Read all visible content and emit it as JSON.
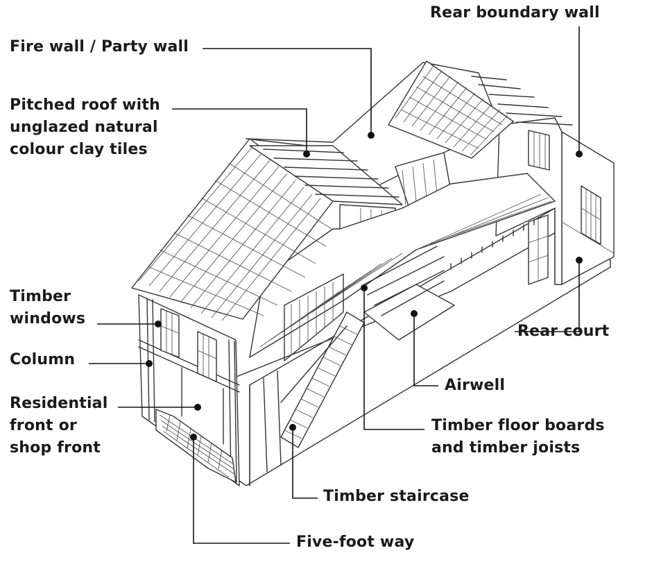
{
  "diagram": {
    "labels": {
      "rear_boundary_wall": "Rear boundary wall",
      "fire_wall": "Fire wall / Party wall",
      "pitched_roof": [
        "Pitched roof with",
        "unglazed natural",
        "colour clay tiles"
      ],
      "timber_windows": [
        "Timber",
        "windows"
      ],
      "column": "Column",
      "residential_front": [
        "Residential",
        "front or",
        "shop front"
      ],
      "rear_court": "Rear court",
      "airwell": "Airwell",
      "timber_floor": [
        "Timber floor boards",
        "and timber joists"
      ],
      "timber_staircase": "Timber staircase",
      "five_foot_way": "Five-foot way"
    },
    "colors": {
      "ink": "#333333",
      "text": "#1a1a1a",
      "background": "#ffffff"
    }
  }
}
